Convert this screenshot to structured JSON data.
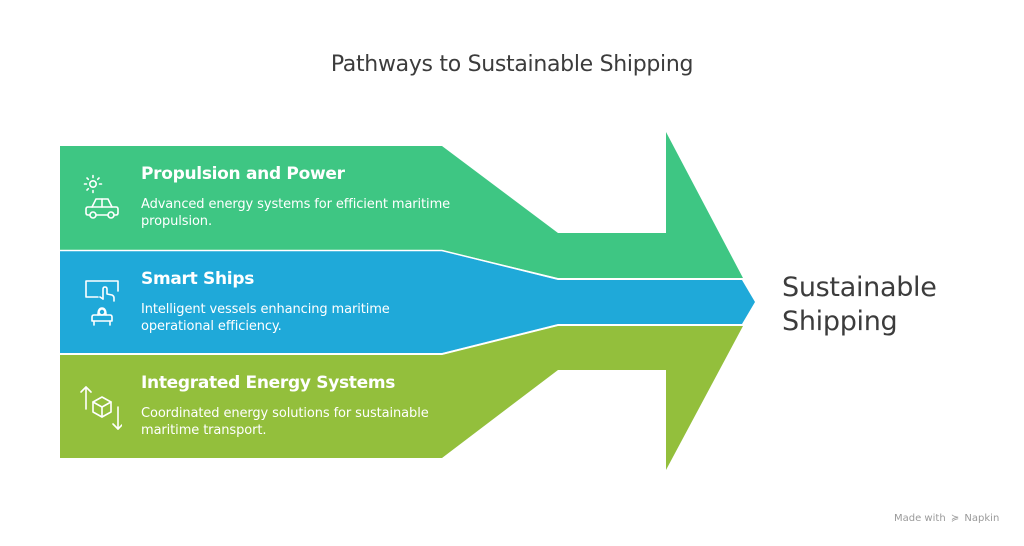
{
  "title": "Pathways to Sustainable Shipping",
  "colors": {
    "pathway_1": "#3ec683",
    "pathway_2": "#1fa9d9",
    "pathway_3": "#93bf3c",
    "text_dark": "#3c3c3c",
    "text_light": "#ffffff"
  },
  "pathways": [
    {
      "heading": "Propulsion and Power",
      "description": "Advanced energy systems for efficient maritime propulsion.",
      "icon": "sun-car-icon"
    },
    {
      "heading": "Smart Ships",
      "description": "Intelligent vessels enhancing maritime operational efficiency.",
      "icon": "touchscreen-projector-icon"
    },
    {
      "heading": "Integrated Energy Systems",
      "description": "Coordinated energy solutions for sustainable maritime transport.",
      "icon": "box-arrows-icon"
    }
  ],
  "result": {
    "line1": "Sustainable",
    "line2": "Shipping"
  },
  "footer": {
    "prefix": "Made with",
    "logo_glyph": "≽",
    "brand": "Napkin"
  }
}
